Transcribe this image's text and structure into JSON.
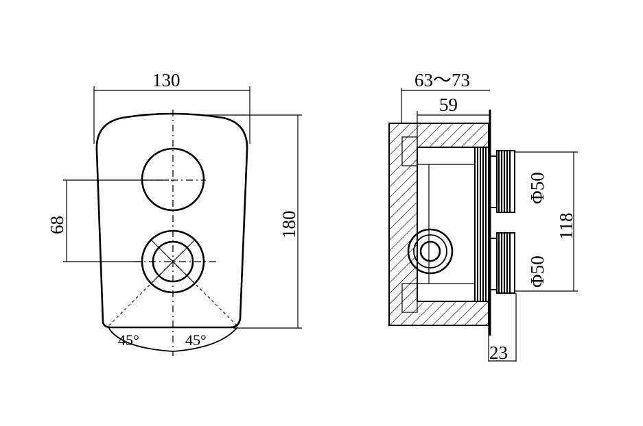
{
  "front_view": {
    "width_label": "130",
    "height_label": "180",
    "spacing_label": "68",
    "angle_left_label": "45°",
    "angle_right_label": "45°"
  },
  "side_view": {
    "depth_range_label": "63～73",
    "body_depth_label": "59",
    "diameter_top_label": "Φ50",
    "diameter_bottom_label": "Φ50",
    "outlet_spacing_label": "118",
    "outlet_length_label": "23"
  }
}
